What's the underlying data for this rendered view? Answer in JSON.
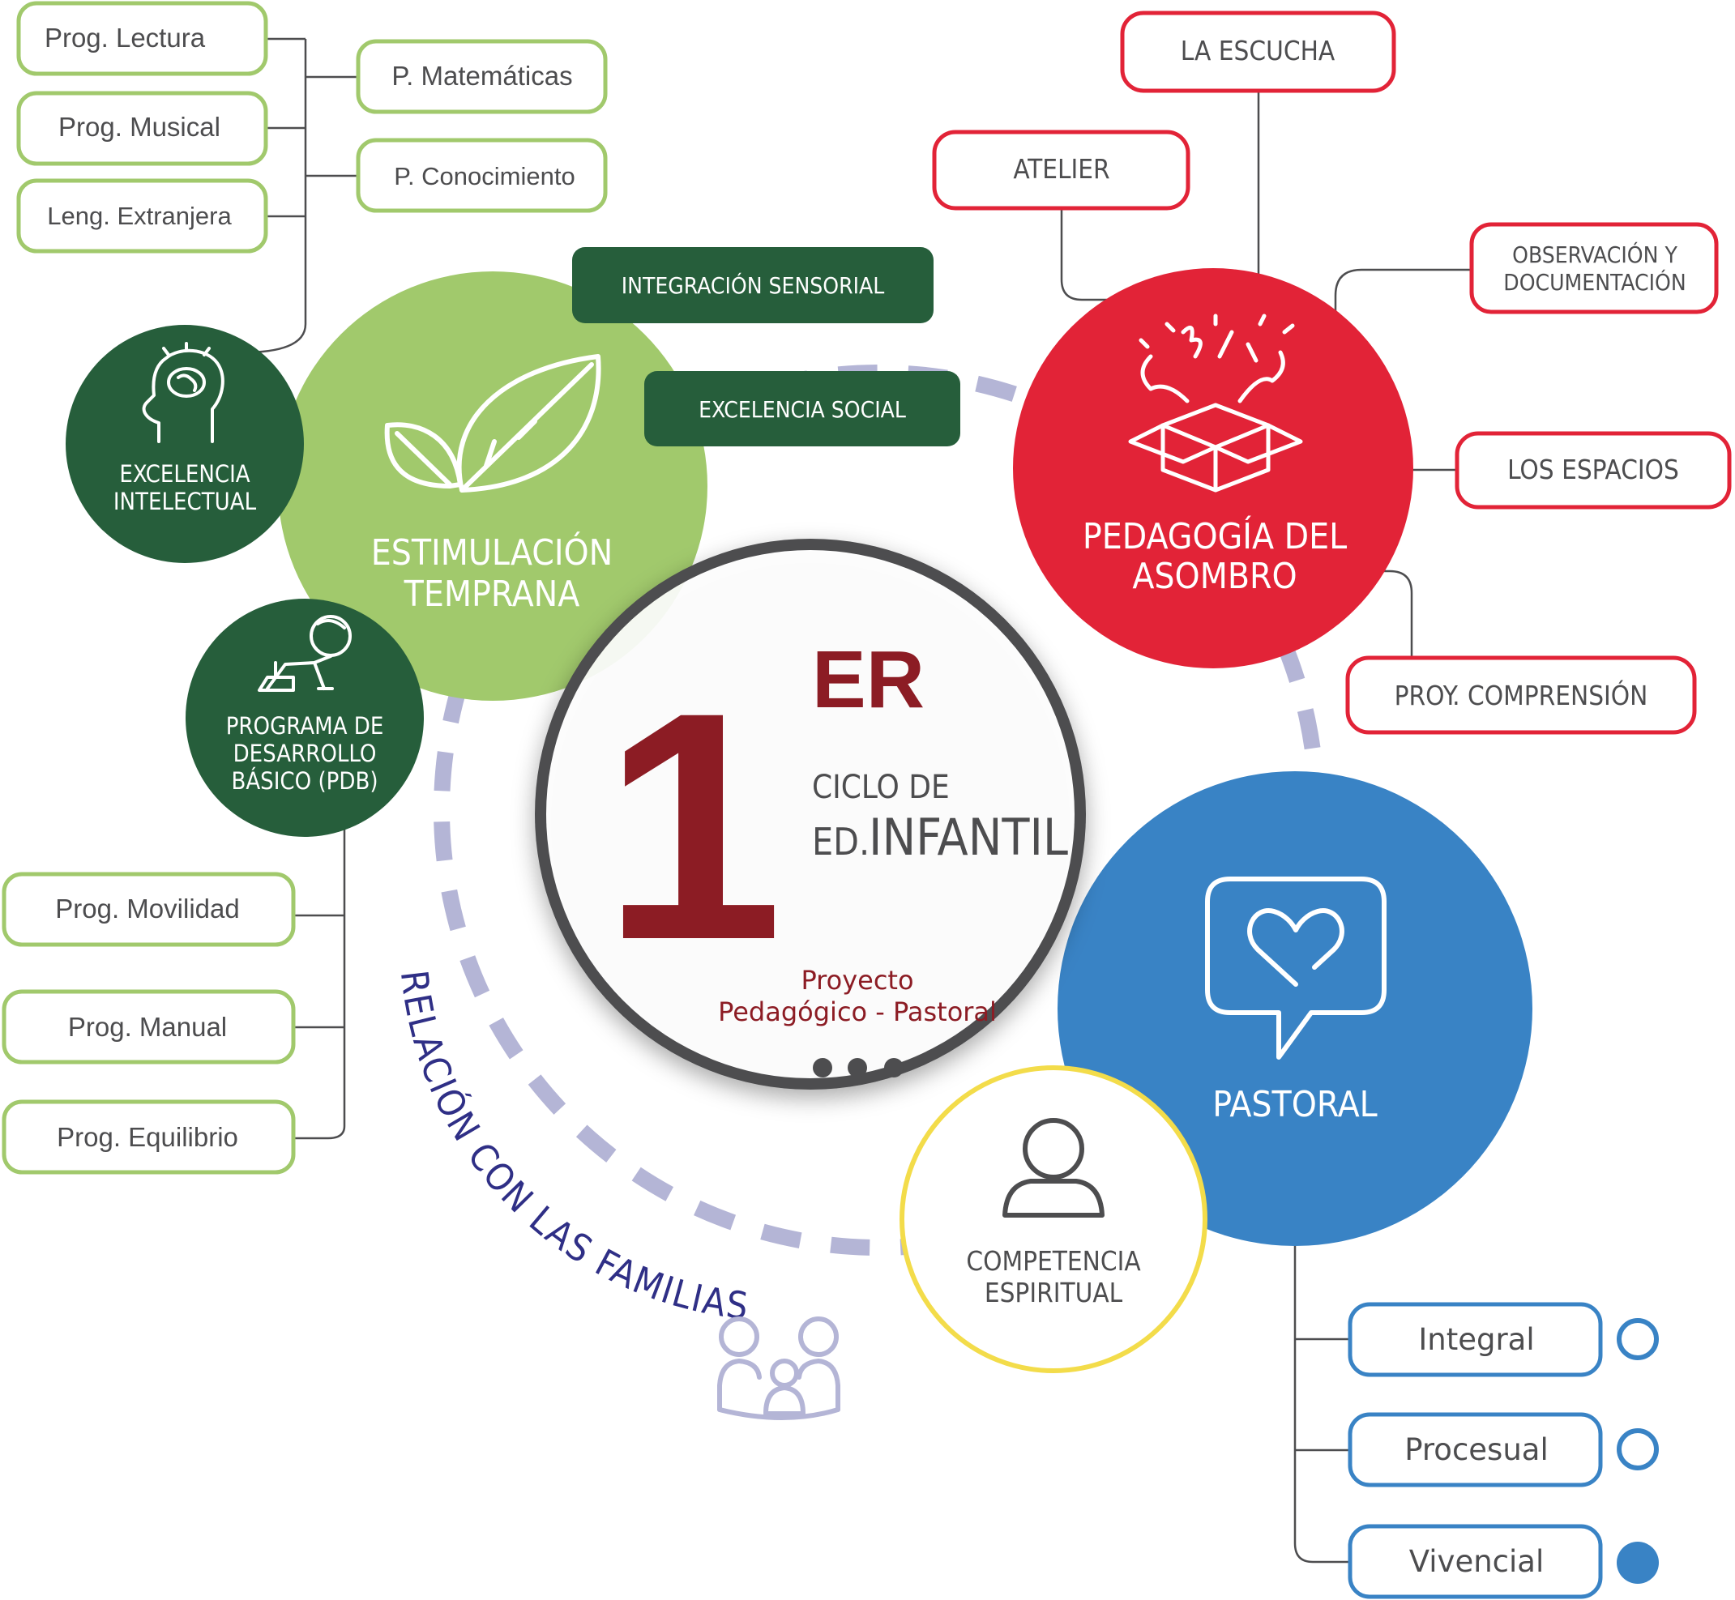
{
  "center": {
    "numeral": "1",
    "superscript": "ER",
    "line1": "CICLO DE",
    "line2_prefix": "ED.",
    "line2_main": "INFANTIL",
    "project_line1": "Proyecto",
    "project_line2": "Pedagógico - Pastoral"
  },
  "estimulacion": {
    "title_line1": "ESTIMULACIÓN",
    "title_line2": "TEMPRANA",
    "tag1": "INTEGRACIÓN SENSORIAL",
    "tag2": "EXCELENCIA SOCIAL"
  },
  "excelencia_intelectual": {
    "line1": "EXCELENCIA",
    "line2": "INTELECTUAL",
    "programs": [
      "Prog. Lectura",
      "Prog. Musical",
      "Leng. Extranjera",
      "P. Matemáticas",
      "P. Conocimiento"
    ]
  },
  "pdb": {
    "line1": "PROGRAMA DE",
    "line2": "DESARROLLO",
    "line3": "BÁSICO (PDB)",
    "programs": [
      "Prog. Movilidad",
      "Prog. Manual",
      "Prog. Equilibrio"
    ]
  },
  "asombro": {
    "title_line1": "PEDAGOGÍA DEL",
    "title_line2": "ASOMBRO",
    "items": [
      "LA ESCUCHA",
      "ATELIER",
      "OBSERVACIÓN Y",
      "DOCUMENTACIÓN",
      "LOS ESPACIOS",
      "PROY. COMPRENSIÓN"
    ]
  },
  "pastoral": {
    "title": "PASTORAL",
    "items": [
      "Integral",
      "Procesual",
      "Vivencial"
    ]
  },
  "competencia": {
    "line1": "COMPETENCIA",
    "line2": "ESPIRITUAL"
  },
  "familias": {
    "label": "RELACIÓN CON LAS FAMILIAS"
  },
  "colors": {
    "light_green": "#a1c96c",
    "dark_green": "#265e3b",
    "red": "#e22337",
    "blue": "#3983c5",
    "yellow": "#f3dc4a",
    "maroon": "#8c1c24",
    "gray_ring": "#4d4d4f",
    "dash_lavender": "#b4b5d6",
    "navy_text": "#2f2f86"
  }
}
